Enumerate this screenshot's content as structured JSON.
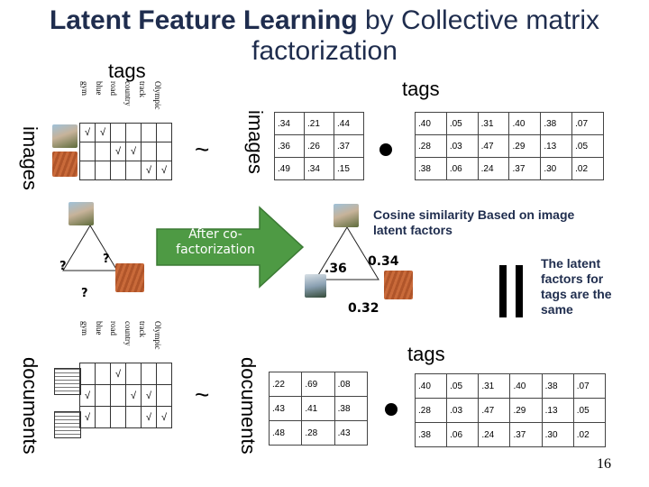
{
  "title": {
    "bold": "Latent Feature Learning",
    "rest": " by Collective matrix",
    "line2": "factorization"
  },
  "labels": {
    "tags": "tags",
    "images": "images",
    "documents": "documents",
    "tilde": "~",
    "after": "After co-factorization",
    "cosine": "Cosine similarity Based on image latent factors",
    "latent_note": "The latent factors for tags are the same",
    "q": "?",
    "sim_a": ".36",
    "sim_b": "0.34",
    "sim_c": "0.32",
    "page": "16"
  },
  "tag_names": [
    "Olympic",
    "track",
    "country",
    "road",
    "blue",
    "gym"
  ],
  "check": "√",
  "image_grid": [
    [
      "",
      "",
      "",
      "",
      "√",
      "√"
    ],
    [
      "",
      "",
      "√",
      "√",
      "",
      ""
    ],
    [
      "√",
      "√",
      "",
      "",
      "",
      ""
    ]
  ],
  "doc_grid": [
    [
      "",
      "",
      "",
      "√",
      "",
      ""
    ],
    [
      "",
      "√",
      "√",
      "",
      "",
      "√"
    ],
    [
      "√",
      "√",
      "",
      "",
      "",
      "√"
    ]
  ],
  "image_factors": [
    [
      ".34",
      ".21",
      ".44"
    ],
    [
      ".36",
      ".26",
      ".37"
    ],
    [
      ".49",
      ".34",
      ".15"
    ]
  ],
  "doc_factors": [
    [
      ".22",
      ".69",
      ".08"
    ],
    [
      ".43",
      ".41",
      ".38"
    ],
    [
      ".48",
      ".28",
      ".43"
    ]
  ],
  "tag_factors": [
    [
      ".40",
      ".05",
      ".31",
      ".40",
      ".38",
      ".07"
    ],
    [
      ".28",
      ".03",
      ".47",
      ".29",
      ".13",
      ".05"
    ],
    [
      ".38",
      ".06",
      ".24",
      ".37",
      ".30",
      ".02"
    ]
  ],
  "colors": {
    "title": "#1f2d4e",
    "arrow": "#4e9a44",
    "arrow_edge": "#3b7a34"
  }
}
